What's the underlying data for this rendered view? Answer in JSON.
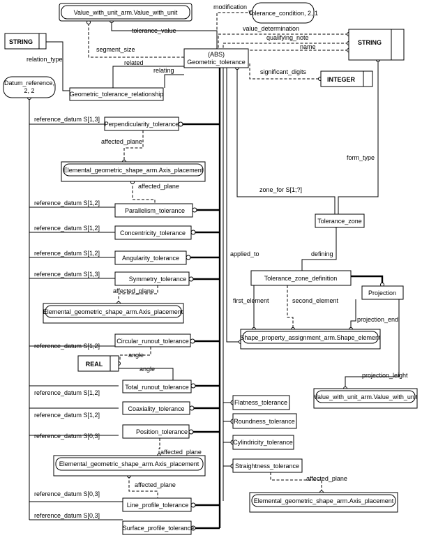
{
  "entities": {
    "value_with_unit_top": "Value_with_unit_arm.Value_with_unit",
    "tolerance_condition": "Tolerance_condition, 2, 1",
    "string_left": "STRING",
    "string_right": "STRING",
    "geometric_tolerance_abs": "(ABS)",
    "geometric_tolerance": "Geometric_tolerance",
    "integer": "INTEGER",
    "geometric_tolerance_relationship": "Geometric_tolerance_relationship",
    "datum_reference_1": "Datum_reference,",
    "datum_reference_2": "2, 2",
    "perpendicularity_tolerance": "Perpendicularity_tolerance",
    "axis_placement_1": "Elemental_geometric_shape_arm.Axis_placement",
    "parallelism_tolerance": "Parallelism_tolerance",
    "concentricity_tolerance": "Concentricity_tolerance",
    "angularity_tolerance": "Angularity_tolerance",
    "symmetry_tolerance": "Symmetry_tolerance",
    "axis_placement_2": "Elemental_geometric_shape_arm.Axis_placement",
    "circular_runout_tolerance": "Circular_runout_tolerance",
    "real": "REAL",
    "total_runout_tolerance": "Total_runout_tolerance",
    "coaxiality_tolerance": "Coaxiality_tolerance",
    "position_tolerance": "Position_tolerance",
    "axis_placement_3": "Elemental_geometric_shape_arm.Axis_placement",
    "line_profile_tolerance": "Line_profile_tolerance",
    "surface_profile_tolerance": "Surface_profile_tolerance",
    "tolerance_zone": "Tolerance_zone",
    "tolerance_zone_definition": "Tolerance_zone_definition",
    "projection": "Projection",
    "shape_element": "Shape_property_assignment_arm.Shape_element",
    "value_with_unit_right": "Value_with_unit_arm.Value_with_unit",
    "flatness_tolerance": "Flatness_tolerance",
    "roundness_tolerance": "Roundness_tolerance",
    "cylindricity_tolerance": "Cylindricity_tolerance",
    "straightness_tolerance": "Straightness_tolerance",
    "axis_placement_4": "Elemental_geometric_shape_arm.Axis_placement"
  },
  "attributes": {
    "modification": "modification",
    "tolerance_value": "tolerance_value",
    "segment_size": "segment_size",
    "value_determination": "value_determination",
    "qualifying_note": "qualifying_note",
    "name": "name",
    "relation_type": "relation_type",
    "related": "related",
    "relating": "relating",
    "significant_digits": "significant_digits",
    "ref_perpendicularity": "reference_datum S[1,3]",
    "affected_plane_1": "affected_plane",
    "affected_plane_2": "affected_plane",
    "ref_parallelism": "reference_datum S[1,2]",
    "ref_concentricity": "reference_datum S[1,2]",
    "ref_angularity": "reference_datum S[1,2]",
    "ref_symmetry": "reference_datum S[1,3]",
    "affected_plane_3": "affected_plane",
    "ref_circular_runout": "reference_datum S[1,2]",
    "angle_1": "angle",
    "angle_2": "angle",
    "ref_total_runout": "reference_datum S[1,2]",
    "ref_coaxiality": "reference_datum S[1,2]",
    "ref_position": "reference_datum S[0,3]",
    "affected_plane_4": "affected_plane",
    "affected_plane_5": "affected_plane",
    "ref_line_profile": "reference_datum S[0,3]",
    "ref_surface_profile": "reference_datum S[0,3]",
    "form_type": "form_type",
    "zone_for": "zone_for S[1;?]",
    "defining": "defining",
    "applied_to": "applied_to",
    "first_element": "first_element",
    "second_element": "second_element",
    "projection_end": "projection_end",
    "projection_leight": "projection_leight",
    "affected_plane_6": "affected_plane"
  }
}
